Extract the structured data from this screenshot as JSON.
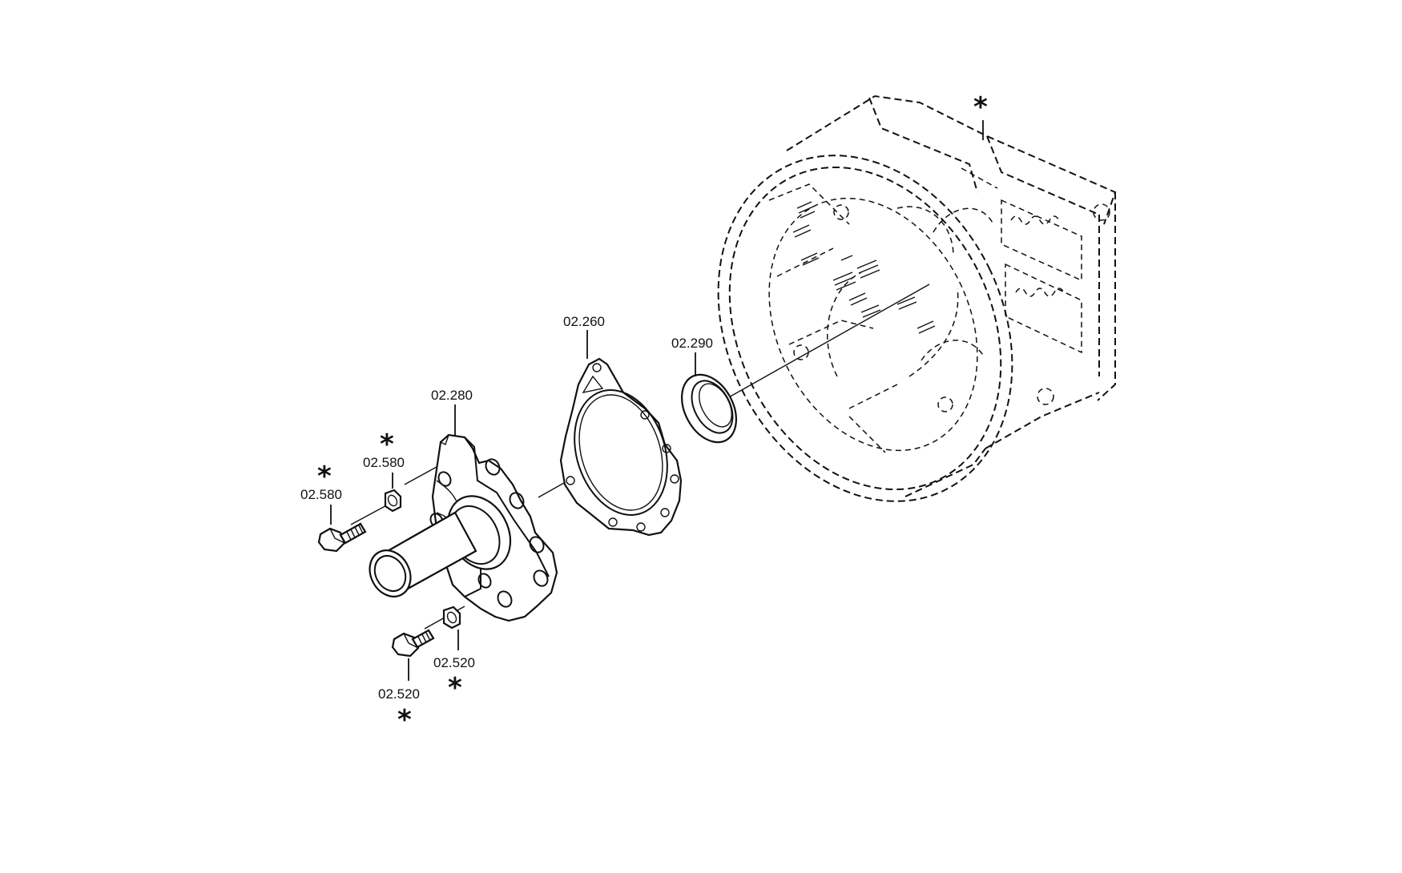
{
  "parts": [
    {
      "id": "housing",
      "label": "",
      "note": "*"
    },
    {
      "id": "seal-ring",
      "label": "02.290",
      "note": ""
    },
    {
      "id": "gasket",
      "label": "02.260",
      "note": ""
    },
    {
      "id": "cover",
      "label": "02.280",
      "note": ""
    },
    {
      "id": "nut-upper",
      "label": "02.580",
      "note": "*"
    },
    {
      "id": "bolt-upper",
      "label": "02.580",
      "note": "*"
    },
    {
      "id": "nut-lower",
      "label": "02.520",
      "note": "*"
    },
    {
      "id": "bolt-lower",
      "label": "02.520",
      "note": "*"
    }
  ]
}
